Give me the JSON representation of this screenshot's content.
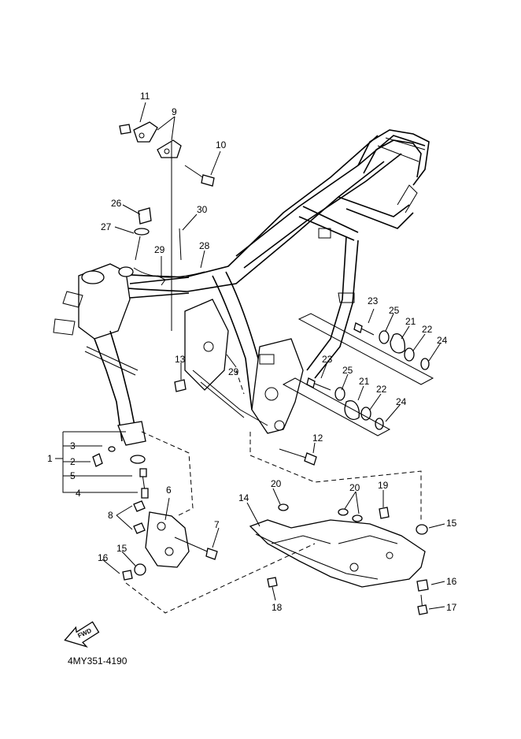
{
  "diagram_code": "4MY351-4190",
  "fwd_label": "FWD",
  "callouts": {
    "c1": "1",
    "c2": "2",
    "c3": "3",
    "c4": "4",
    "c5": "5",
    "c6": "6",
    "c7": "7",
    "c8": "8",
    "c9": "9",
    "c10": "10",
    "c11": "11",
    "c12": "12",
    "c13": "13",
    "c14": "14",
    "c15a": "15",
    "c15b": "15",
    "c16a": "16",
    "c16b": "16",
    "c17": "17",
    "c18": "18",
    "c19": "19",
    "c20a": "20",
    "c20b": "20",
    "c21a": "21",
    "c21b": "21",
    "c22a": "22",
    "c22b": "22",
    "c23a": "23",
    "c23b": "23",
    "c24a": "24",
    "c24b": "24",
    "c25a": "25",
    "c25b": "25",
    "c26": "26",
    "c27": "27",
    "c28": "28",
    "c29a": "29",
    "c29b": "29",
    "c30": "30"
  }
}
